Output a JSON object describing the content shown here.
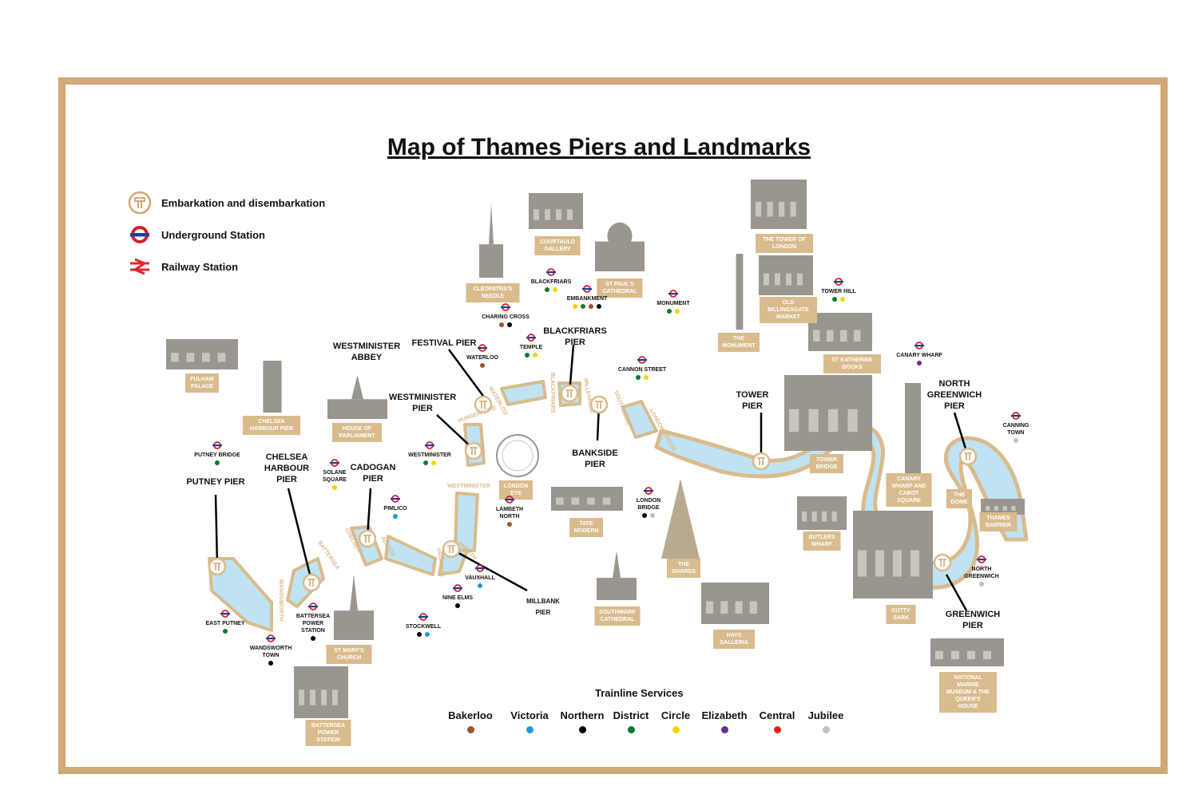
{
  "title": "Map of Thames Piers and Landmarks",
  "legend": {
    "embarkation": "Embarkation and disembarkation",
    "underground": "Underground Station",
    "railway": "Railway Station"
  },
  "colors": {
    "frame": "#d2a878",
    "river": "#bfe3f2",
    "bank": "#d9bb8d",
    "building": "#9a958e",
    "label_box": "#d9bb8d",
    "underground_red": "#d4202a",
    "underground_blue": "#1d3f9a",
    "railway_red": "#e3252c"
  },
  "piers": [
    "PUTNEY PIER",
    "CHELSEA HARBOUR PIER",
    "CADOGAN PIER",
    "WESTMINISTER PIER",
    "FESTIVAL PIER",
    "BLACKFRIARS PIER",
    "BANKSIDE PIER",
    "MILLBANK PIER",
    "TOWER PIER",
    "NORTH GREENWICH PIER",
    "GREENWICH PIER",
    "WESTMINISTER ABBEY"
  ],
  "bridges": [
    "WANDSWORTH",
    "BATTERSEA",
    "CHELSEA",
    "ALBERT",
    "VAUXHALL",
    "LAMBETH",
    "WESTMINISTER",
    "HUNGERFORD",
    "WATERLOO",
    "BLACKFRIARS",
    "MILLENNIUM",
    "SOUTHWARK",
    "LONDON BRIDGE"
  ],
  "landmarks": [
    "FULHAM PALACE",
    "CHELSEA HARBOUR PIER",
    "HOUSE OF PARLIAMENT",
    "CLEOPATRA'S NEEDLE",
    "COURTAULD GALLERY",
    "ST PAUL'S CATHEDRAL",
    "LONDON EYE",
    "TATE MODERN",
    "SOUTHWARK CATHEDRAL",
    "THE SHARDS",
    "HAYS GALLERIA",
    "THE TOWER OF LONDON",
    "OLD BILLINGSGATE MARKET",
    "THE MONUMENT",
    "ST KATHERINE DOCKS",
    "TOWER BRIDGE",
    "CANARY WHARF AND CABOT SQUARE",
    "THE DOME",
    "THAMES BARRIER",
    "BUTLERS WHARF",
    "CUTTY SARK",
    "NATIONAL MARINE MUSEUM & THE QUEEN'S HOUSE",
    "ST MARY'S CHURCH",
    "BATTERSEA POWER STATION"
  ],
  "stations": [
    "PUTNEY BRIDGE",
    "EAST PUTNEY",
    "WANDSWORTH TOWN",
    "BATTERSEA POWER STATION",
    "SOLANE SQUARE",
    "PIMLICO",
    "WESTMINISTER",
    "STOCKWELL",
    "NINE ELMS",
    "VAUXHALL",
    "LAMBETH NORTH",
    "WATERLOO",
    "TEMPLE",
    "CHARING CROSS",
    "BLACKFRIARS",
    "EMBANKMENT",
    "MONUMENT",
    "CANNON STREET",
    "LONDON BRIDGE",
    "TOWER HILL",
    "CANARY WHARF",
    "CANNING TOWN",
    "NORTH GREENWICH"
  ],
  "trainlines": {
    "title": "Trainline Services",
    "items": [
      {
        "name": "Bakerloo",
        "color": "#a0522d"
      },
      {
        "name": "Victoria",
        "color": "#1e9bd7"
      },
      {
        "name": "Northern",
        "color": "#000000"
      },
      {
        "name": "District",
        "color": "#0b7a2e"
      },
      {
        "name": "Circle",
        "color": "#f2d600"
      },
      {
        "name": "Elizabeth",
        "color": "#6a2c91"
      },
      {
        "name": "Central",
        "color": "#e32017"
      },
      {
        "name": "Jubilee",
        "color": "#c0c0c0"
      }
    ]
  }
}
